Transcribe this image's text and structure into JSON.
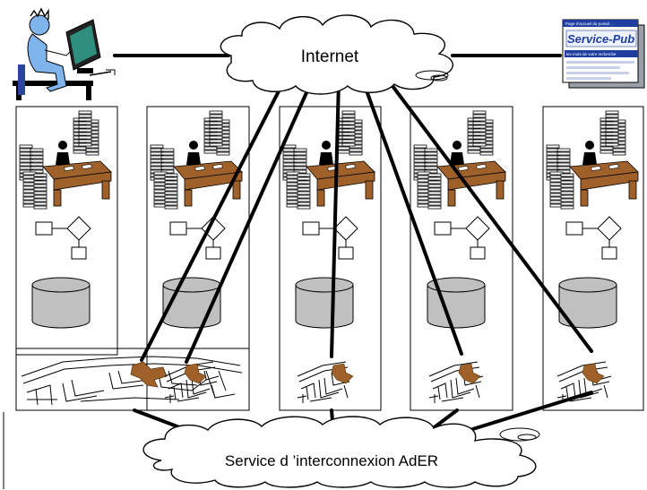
{
  "diagram": {
    "internet_label": "Internet",
    "interconnexion_label": "Service d ’interconnexion AdER",
    "portal": {
      "header_text": "Page d'accueil du portail ...",
      "brand_text": "Service-Pub",
      "search_text": "les mots de votre recherche"
    },
    "colors": {
      "desk": "#a0602a",
      "cylinder": "#c0c0c0",
      "link": "#000000",
      "portal_blue": "#1e3fa0",
      "monitor": "#2f8f7f",
      "person": "#7fb4ec"
    },
    "icons": {
      "user": "user-at-computer-icon",
      "portal": "service-public-portal-icon",
      "office": "office-desk-with-paper-stacks-icon",
      "flowchart": "flowchart-icon",
      "database": "database-cylinder-icon",
      "map": "street-map-icon"
    }
  }
}
